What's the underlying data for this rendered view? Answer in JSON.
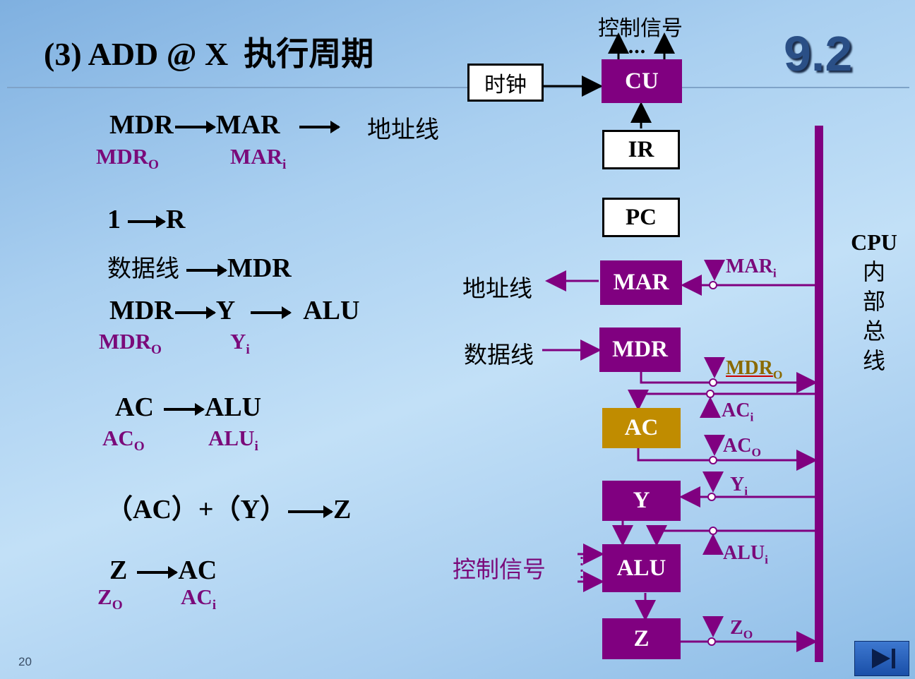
{
  "title": {
    "prefix": "(3) ADD @ X",
    "cn": "执行周期"
  },
  "section_number": "9.2",
  "page_number": "20",
  "steps": [
    {
      "bullet": "",
      "text": [
        "MDR",
        "MAR",
        "地址线"
      ],
      "signals": [
        "MDR",
        "O",
        "MAR",
        "i"
      ]
    },
    {
      "bullet": "",
      "text": [
        "1",
        "R"
      ]
    },
    {
      "bullet": "",
      "text": [
        "数据线",
        "MDR"
      ]
    },
    {
      "bullet": "",
      "text": [
        "MDR",
        "Y",
        "ALU"
      ],
      "signals": [
        "MDR",
        "O",
        "Y",
        "i"
      ]
    },
    {
      "bullet": "",
      "text": [
        "AC",
        "ALU"
      ],
      "signals": [
        "AC",
        "O",
        "ALU",
        "i"
      ]
    },
    {
      "bullet": "",
      "text": [
        "（AC）+（Y）",
        "Z"
      ]
    },
    {
      "bullet": "",
      "text": [
        "Z",
        "AC"
      ],
      "signals": [
        "Z",
        "O",
        "AC",
        "i"
      ]
    }
  ],
  "diagram": {
    "control_signals_top": "控制信号",
    "dots": "…",
    "clock": "时钟",
    "registers": {
      "cu": "CU",
      "ir": "IR",
      "pc": "PC",
      "mar": "MAR",
      "mdr": "MDR",
      "ac": "AC",
      "y": "Y",
      "alu": "ALU",
      "z": "Z"
    },
    "address_bus": "地址线",
    "data_bus": "数据线",
    "control_signals_left": "控制信号",
    "bus_label": [
      "CPU",
      "内",
      "部",
      "总",
      "线"
    ],
    "signals": {
      "mar_i": [
        "MAR",
        "i"
      ],
      "mdr_o": [
        "MDR",
        "O"
      ],
      "ac_i": [
        "AC",
        "i"
      ],
      "ac_o": [
        "AC",
        "O"
      ],
      "y_i": [
        "Y",
        "i"
      ],
      "alu_i": [
        "ALU",
        "i"
      ],
      "z_o": [
        "Z",
        "O"
      ]
    },
    "colors": {
      "bus": "#800080",
      "register": "#800080",
      "ac_register": "#c08c00"
    }
  }
}
